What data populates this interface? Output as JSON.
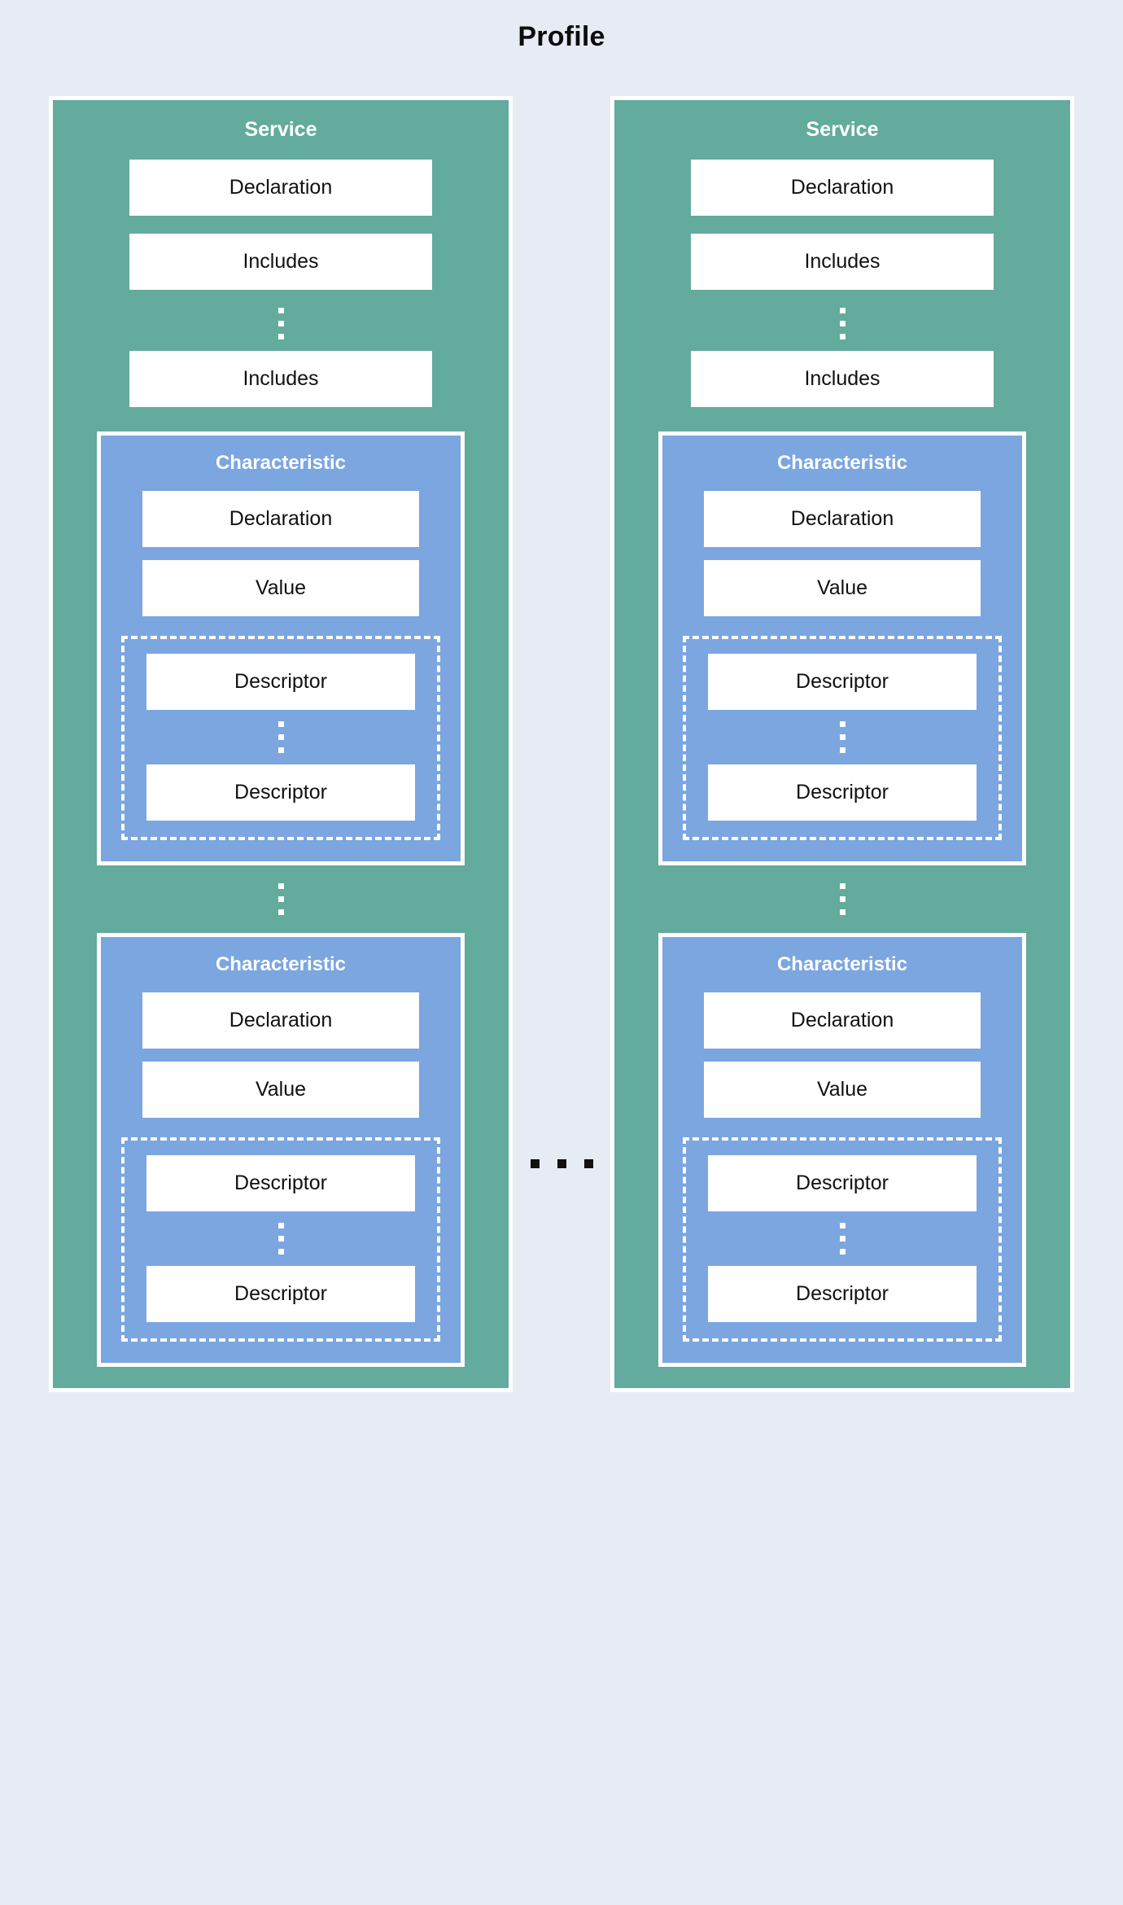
{
  "title": "Profile",
  "colors": {
    "background": "#e7ecf4",
    "service": "#62ab9d",
    "characteristic": "#7ba6e0",
    "leaf": "#ffffff",
    "title_text": "#0d0d0d",
    "box_title_text": "#ffffff",
    "leaf_text": "#111111",
    "ellipsis_dark": "#111111"
  },
  "between_services_ellipsis": "...",
  "services": [
    {
      "title": "Service",
      "declaration_label": "Declaration",
      "includes_first_label": "Includes",
      "includes_last_label": "Includes",
      "characteristics": [
        {
          "title": "Characteristic",
          "declaration_label": "Declaration",
          "value_label": "Value",
          "descriptor_first_label": "Descriptor",
          "descriptor_last_label": "Descriptor"
        },
        {
          "title": "Characteristic",
          "declaration_label": "Declaration",
          "value_label": "Value",
          "descriptor_first_label": "Descriptor",
          "descriptor_last_label": "Descriptor"
        }
      ]
    },
    {
      "title": "Service",
      "declaration_label": "Declaration",
      "includes_first_label": "Includes",
      "includes_last_label": "Includes",
      "characteristics": [
        {
          "title": "Characteristic",
          "declaration_label": "Declaration",
          "value_label": "Value",
          "descriptor_first_label": "Descriptor",
          "descriptor_last_label": "Descriptor"
        },
        {
          "title": "Characteristic",
          "declaration_label": "Declaration",
          "value_label": "Value",
          "descriptor_first_label": "Descriptor",
          "descriptor_last_label": "Descriptor"
        }
      ]
    }
  ]
}
